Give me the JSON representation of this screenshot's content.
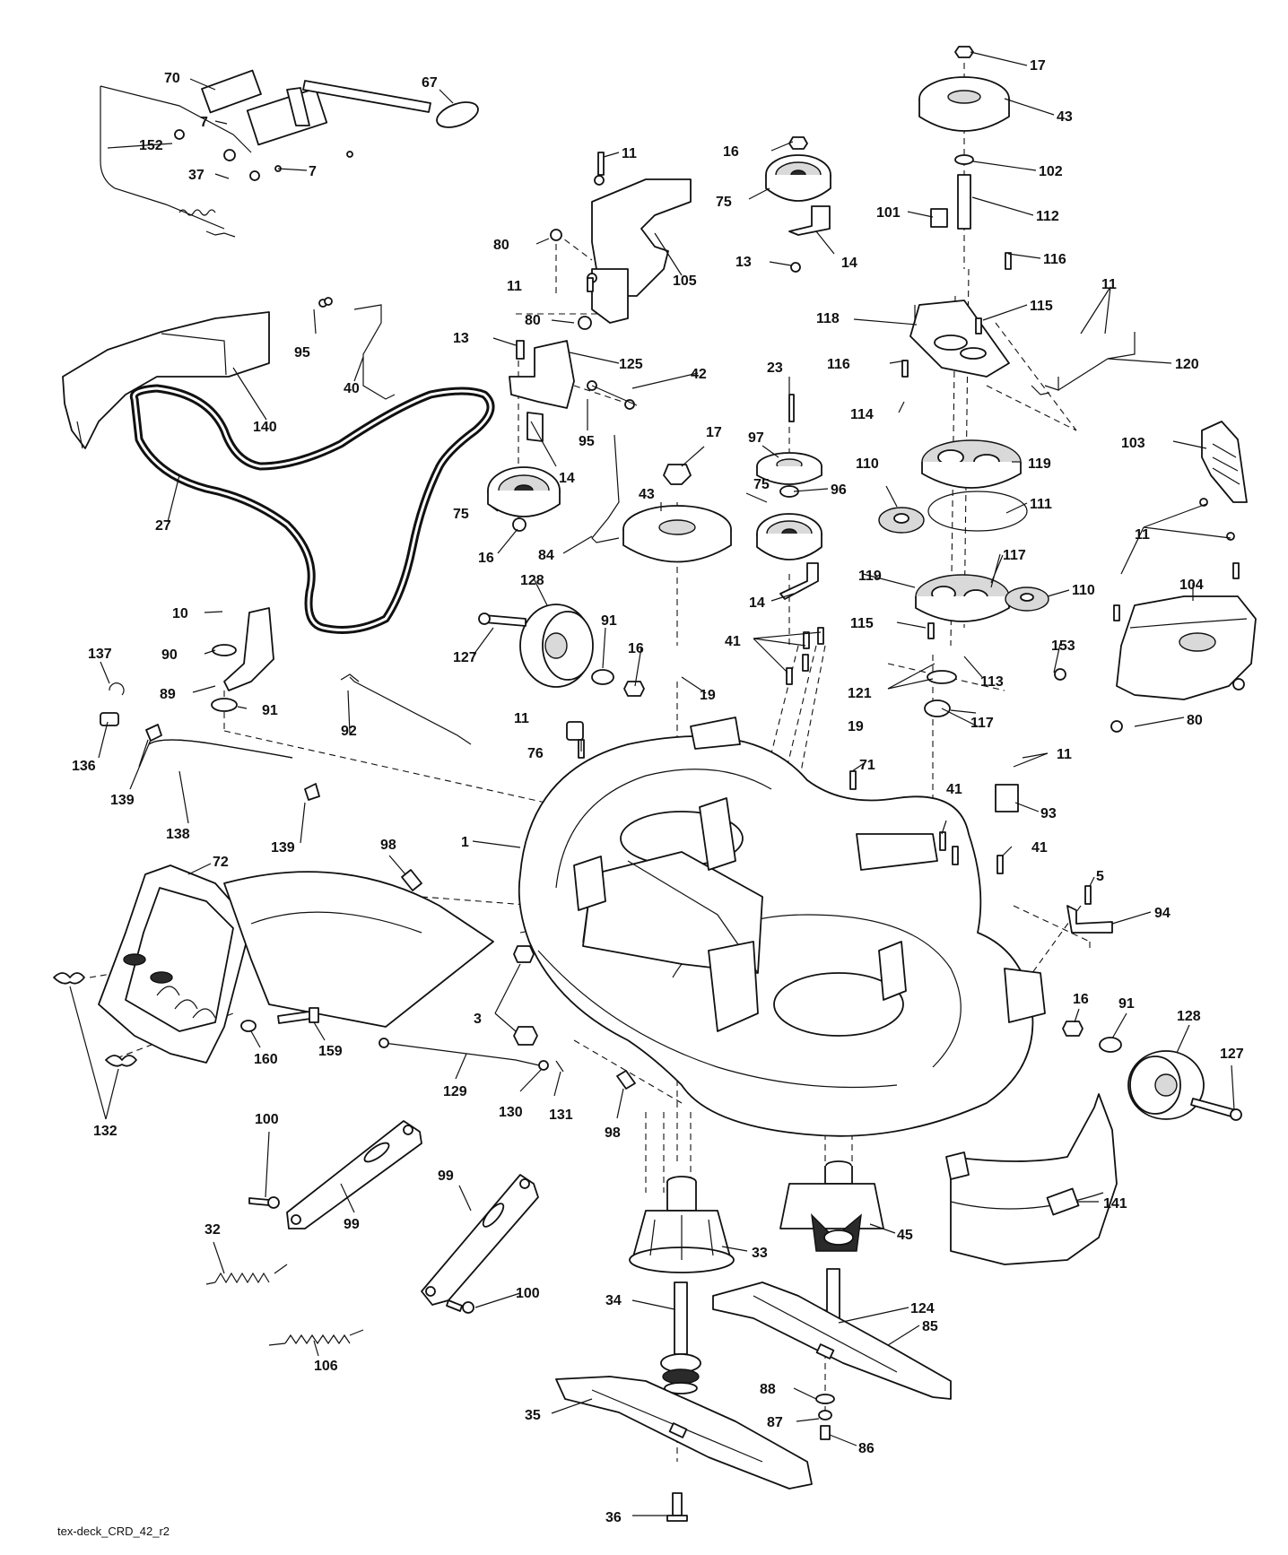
{
  "diagram": {
    "caption": "tex-deck_CRD_42_r2",
    "callouts": [
      {
        "id": "c70",
        "label": "70"
      },
      {
        "id": "c67",
        "label": "67"
      },
      {
        "id": "c7a",
        "label": "7"
      },
      {
        "id": "c7b",
        "label": "7"
      },
      {
        "id": "c152",
        "label": "152"
      },
      {
        "id": "c37",
        "label": "37"
      },
      {
        "id": "c11a",
        "label": "11"
      },
      {
        "id": "c16a",
        "label": "16"
      },
      {
        "id": "c17a",
        "label": "17"
      },
      {
        "id": "c43a",
        "label": "43"
      },
      {
        "id": "c102",
        "label": "102"
      },
      {
        "id": "c75a",
        "label": "75"
      },
      {
        "id": "c80a",
        "label": "80"
      },
      {
        "id": "c105",
        "label": "105"
      },
      {
        "id": "c101",
        "label": "101"
      },
      {
        "id": "c112",
        "label": "112"
      },
      {
        "id": "c13a",
        "label": "13"
      },
      {
        "id": "c14a",
        "label": "14"
      },
      {
        "id": "c116a",
        "label": "116"
      },
      {
        "id": "c11b",
        "label": "11"
      },
      {
        "id": "c115a",
        "label": "115"
      },
      {
        "id": "c11c",
        "label": "11"
      },
      {
        "id": "c95a",
        "label": "95"
      },
      {
        "id": "c80b",
        "label": "80"
      },
      {
        "id": "c118",
        "label": "118"
      },
      {
        "id": "c13b",
        "label": "13"
      },
      {
        "id": "c125",
        "label": "125"
      },
      {
        "id": "c116b",
        "label": "116"
      },
      {
        "id": "c120",
        "label": "120"
      },
      {
        "id": "c40",
        "label": "40"
      },
      {
        "id": "c42",
        "label": "42"
      },
      {
        "id": "c23",
        "label": "23"
      },
      {
        "id": "c140",
        "label": "140"
      },
      {
        "id": "c95b",
        "label": "95"
      },
      {
        "id": "c114",
        "label": "114"
      },
      {
        "id": "c97",
        "label": "97"
      },
      {
        "id": "c17b",
        "label": "17"
      },
      {
        "id": "c103",
        "label": "103"
      },
      {
        "id": "c14b",
        "label": "14"
      },
      {
        "id": "c110a",
        "label": "110"
      },
      {
        "id": "c119a",
        "label": "119"
      },
      {
        "id": "c27",
        "label": "27"
      },
      {
        "id": "c43b",
        "label": "43"
      },
      {
        "id": "c96",
        "label": "96"
      },
      {
        "id": "c75b",
        "label": "75"
      },
      {
        "id": "c75c",
        "label": "75"
      },
      {
        "id": "c111",
        "label": "111"
      },
      {
        "id": "c11d",
        "label": "11"
      },
      {
        "id": "c16b",
        "label": "16"
      },
      {
        "id": "c84",
        "label": "84"
      },
      {
        "id": "c117a",
        "label": "117"
      },
      {
        "id": "c119b",
        "label": "119"
      },
      {
        "id": "c110b",
        "label": "110"
      },
      {
        "id": "c14c",
        "label": "14"
      },
      {
        "id": "c104",
        "label": "104"
      },
      {
        "id": "c128a",
        "label": "128"
      },
      {
        "id": "c10",
        "label": "10"
      },
      {
        "id": "c91a",
        "label": "91"
      },
      {
        "id": "c115b",
        "label": "115"
      },
      {
        "id": "c41a",
        "label": "41"
      },
      {
        "id": "c137",
        "label": "137"
      },
      {
        "id": "c16c",
        "label": "16"
      },
      {
        "id": "c153",
        "label": "153"
      },
      {
        "id": "c90",
        "label": "90"
      },
      {
        "id": "c127a",
        "label": "127"
      },
      {
        "id": "c113",
        "label": "113"
      },
      {
        "id": "c89",
        "label": "89"
      },
      {
        "id": "c19a",
        "label": "19"
      },
      {
        "id": "c121",
        "label": "121"
      },
      {
        "id": "c91b",
        "label": "91"
      },
      {
        "id": "c117b",
        "label": "117"
      },
      {
        "id": "c80c",
        "label": "80"
      },
      {
        "id": "c136",
        "label": "136"
      },
      {
        "id": "c92",
        "label": "92"
      },
      {
        "id": "c11e",
        "label": "11"
      },
      {
        "id": "c19b",
        "label": "19"
      },
      {
        "id": "c139a",
        "label": "139"
      },
      {
        "id": "c76",
        "label": "76"
      },
      {
        "id": "c71",
        "label": "71"
      },
      {
        "id": "c11f",
        "label": "11"
      },
      {
        "id": "c41b",
        "label": "41"
      },
      {
        "id": "c93",
        "label": "93"
      },
      {
        "id": "c138",
        "label": "138"
      },
      {
        "id": "c139b",
        "label": "139"
      },
      {
        "id": "c98a",
        "label": "98"
      },
      {
        "id": "c1",
        "label": "1"
      },
      {
        "id": "c41c",
        "label": "41"
      },
      {
        "id": "c5",
        "label": "5"
      },
      {
        "id": "c72",
        "label": "72"
      },
      {
        "id": "c94",
        "label": "94"
      },
      {
        "id": "c3",
        "label": "3"
      },
      {
        "id": "c16d",
        "label": "16"
      },
      {
        "id": "c91c",
        "label": "91"
      },
      {
        "id": "c128b",
        "label": "128"
      },
      {
        "id": "c160",
        "label": "160"
      },
      {
        "id": "c159",
        "label": "159"
      },
      {
        "id": "c127b",
        "label": "127"
      },
      {
        "id": "c129",
        "label": "129"
      },
      {
        "id": "c130",
        "label": "130"
      },
      {
        "id": "c131",
        "label": "131"
      },
      {
        "id": "c98b",
        "label": "98"
      },
      {
        "id": "c132",
        "label": "132"
      },
      {
        "id": "c100a",
        "label": "100"
      },
      {
        "id": "c99a",
        "label": "99"
      },
      {
        "id": "c99b",
        "label": "99"
      },
      {
        "id": "c141",
        "label": "141"
      },
      {
        "id": "c32",
        "label": "32"
      },
      {
        "id": "c33",
        "label": "33"
      },
      {
        "id": "c45",
        "label": "45"
      },
      {
        "id": "c100b",
        "label": "100"
      },
      {
        "id": "c34",
        "label": "34"
      },
      {
        "id": "c124",
        "label": "124"
      },
      {
        "id": "c106",
        "label": "106"
      },
      {
        "id": "c85",
        "label": "85"
      },
      {
        "id": "c88",
        "label": "88"
      },
      {
        "id": "c35",
        "label": "35"
      },
      {
        "id": "c87",
        "label": "87"
      },
      {
        "id": "c86",
        "label": "86"
      },
      {
        "id": "c36",
        "label": "36"
      }
    ]
  }
}
